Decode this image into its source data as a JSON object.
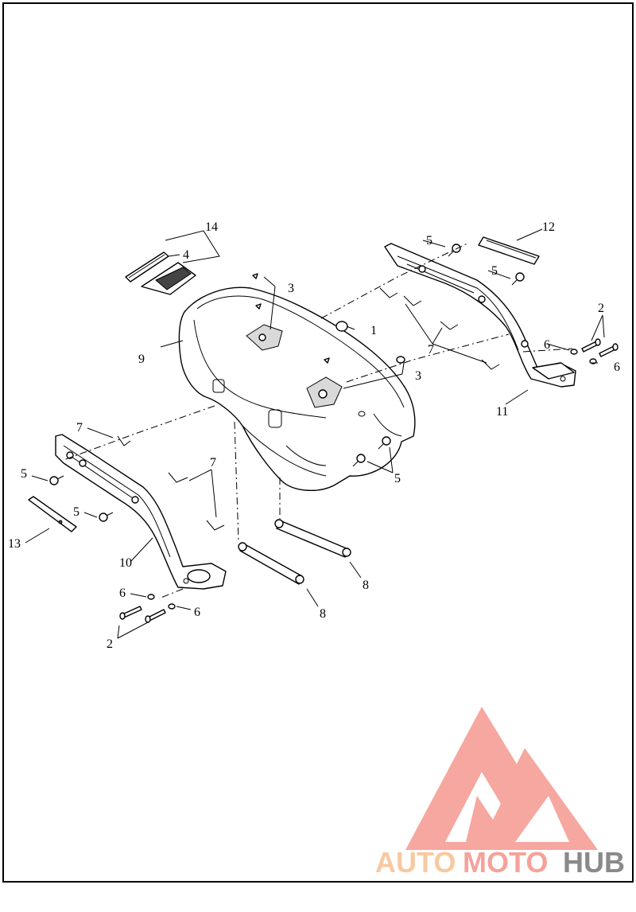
{
  "callouts": {
    "c1": "1",
    "c2_right": "2",
    "c2_left": "2",
    "c3_top": "3",
    "c3_mid": "3",
    "c4": "4",
    "c5_a": "5",
    "c5_b": "5",
    "c5_c": "5",
    "c5_d": "5",
    "c5_e": "5",
    "c6_a": "6",
    "c6_b": "6",
    "c6_c": "6",
    "c6_d": "6",
    "c7_left": "7",
    "c7_mid": "7",
    "c7_right": "7",
    "c8_a": "8",
    "c8_b": "8",
    "c9": "9",
    "c10": "10",
    "c11": "11",
    "c12": "12",
    "c13": "13",
    "c14": "14"
  },
  "watermark": {
    "word_1": "AUTO",
    "word_2": "MOTO",
    "word_3": "HUB",
    "color_primary": "#f5a29a",
    "color_light": "#f8c9a0",
    "color_grey": "#8a8a8a"
  }
}
